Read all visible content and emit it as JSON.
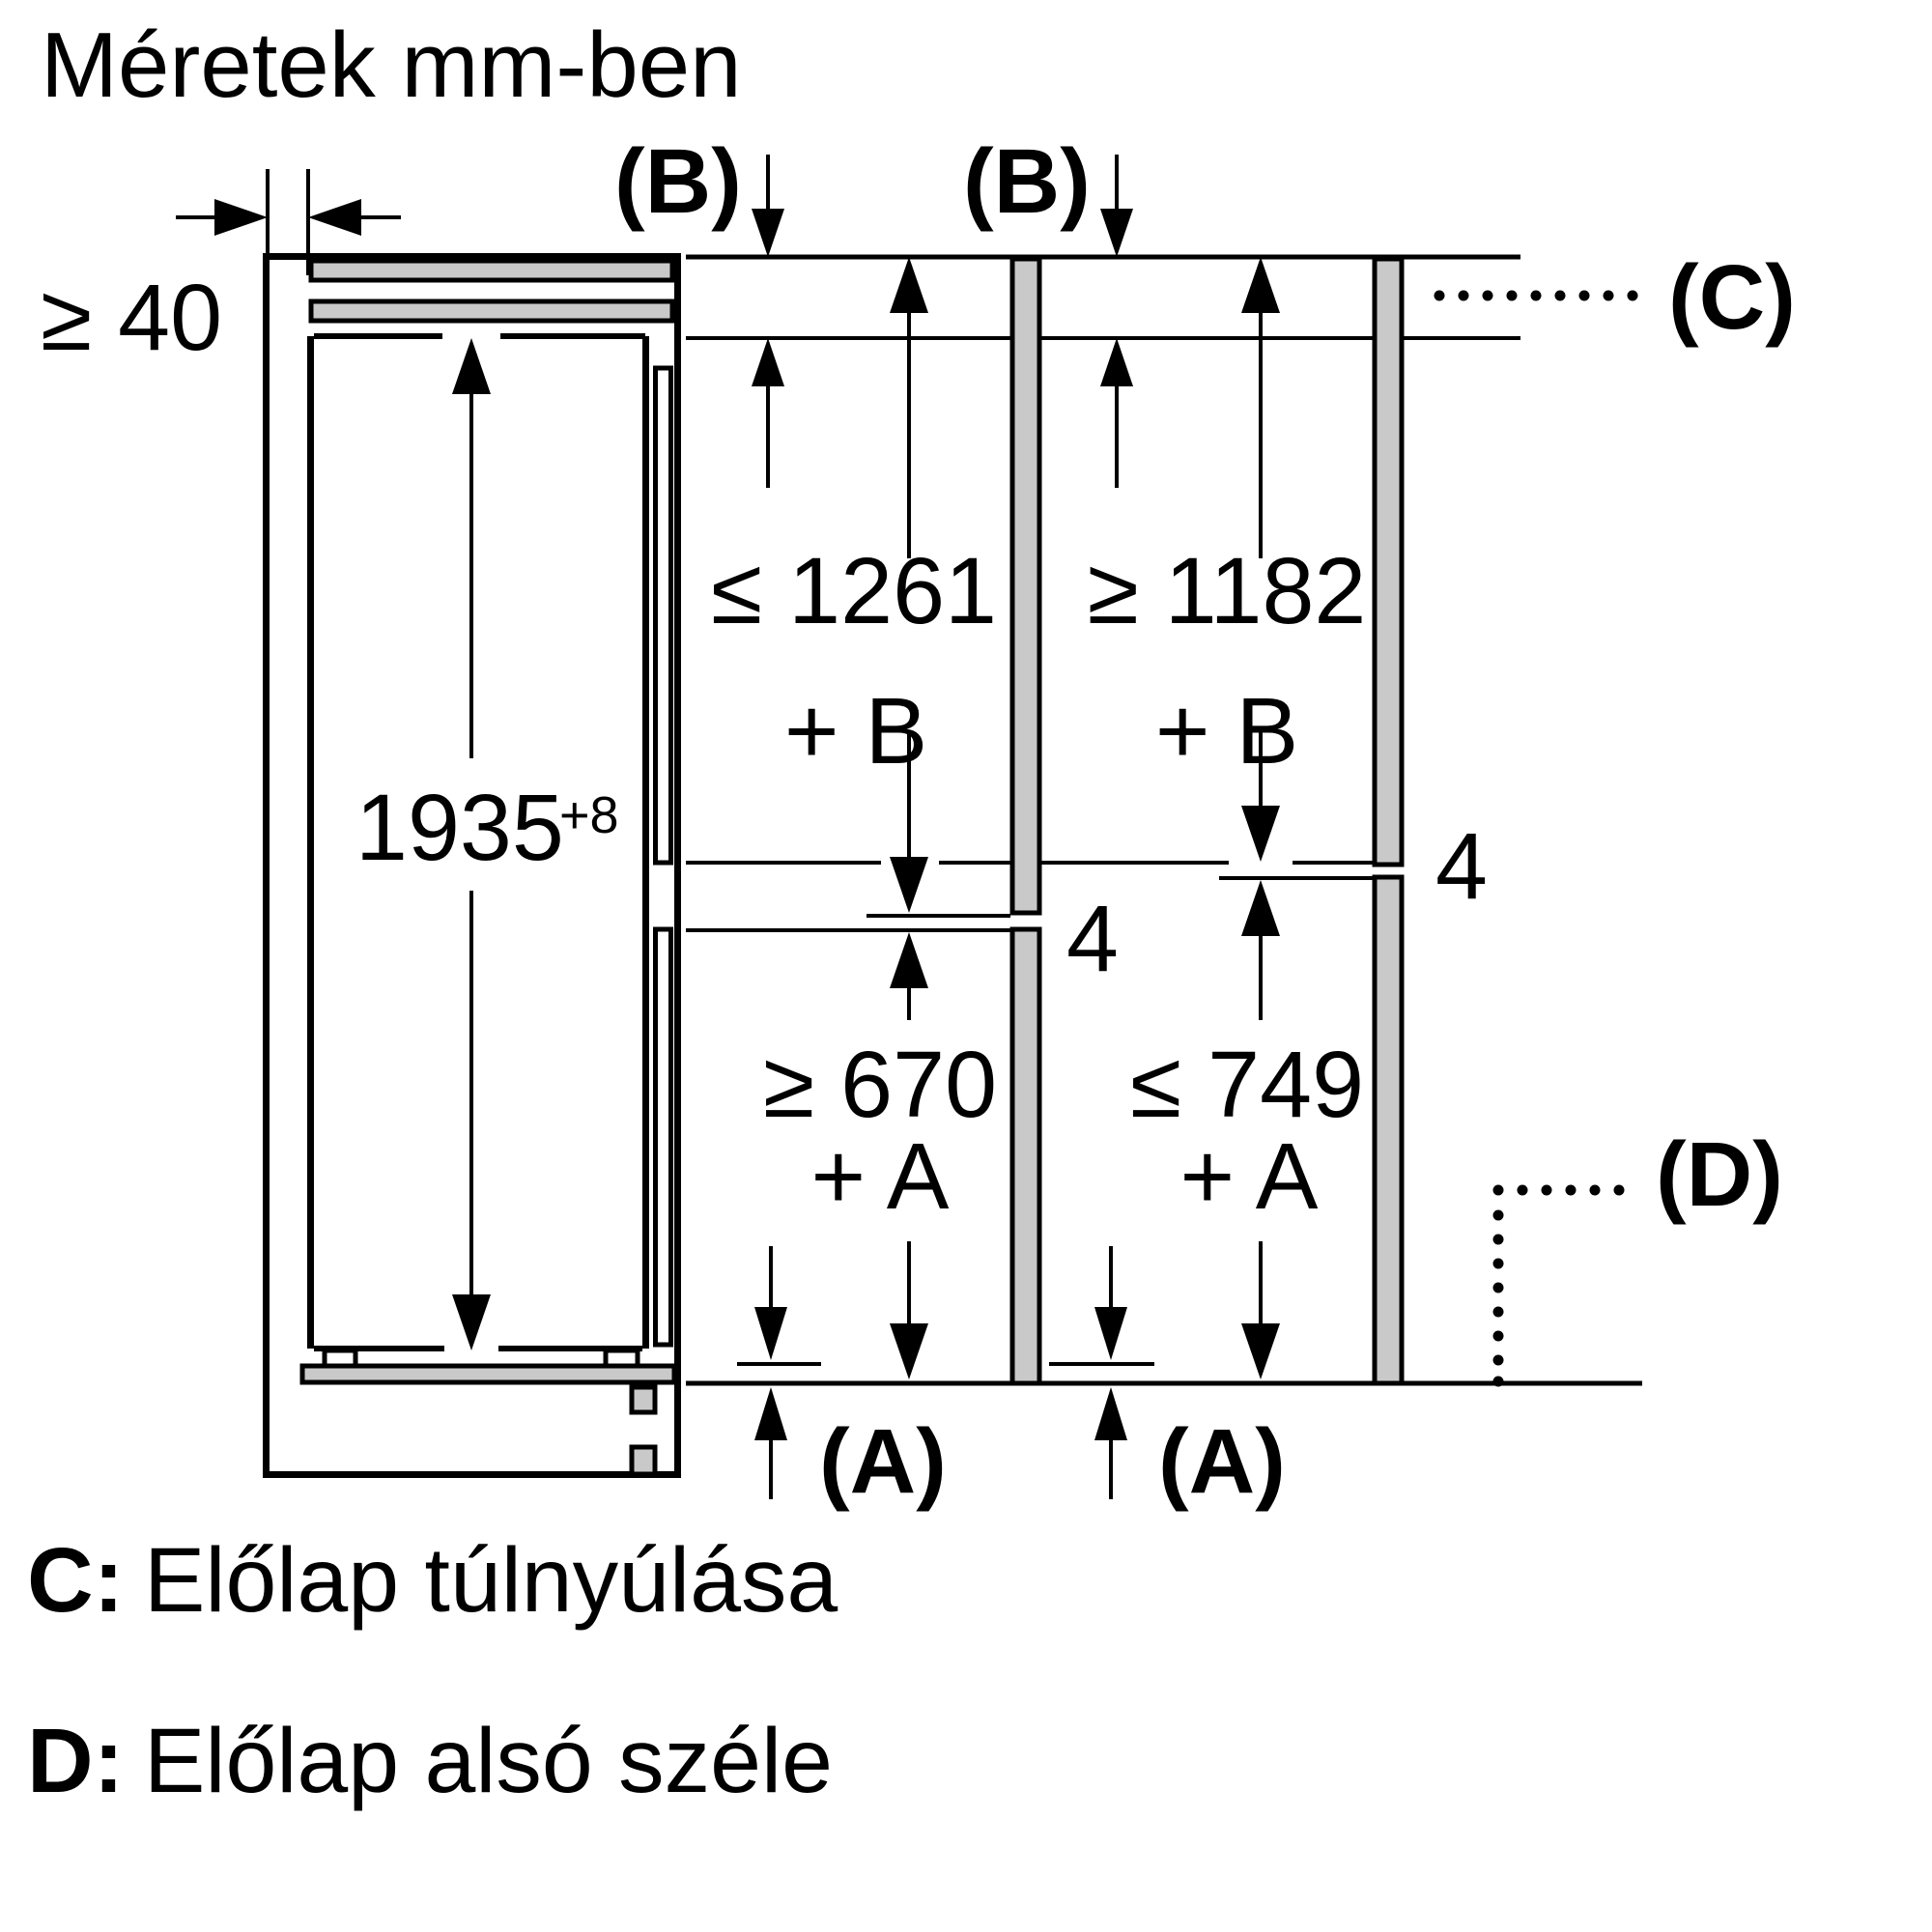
{
  "title": "Méretek mm-ben",
  "labels": {
    "b1": "(B)",
    "b2": "(B)",
    "c": "(C)",
    "d": "(D)",
    "a1": "(A)",
    "a2": "(A)"
  },
  "dims": {
    "clearance": "≥ 40",
    "height": "1935",
    "height_tol": "+8",
    "col1_upper1": "≤ 1261",
    "col1_upper2": "+ B",
    "col2_upper1": "≥ 1182",
    "col2_upper2": "+ B",
    "col1_lower1": "≥ 670",
    "col1_lower2": "+ A",
    "col2_lower1": "≤ 749",
    "col2_lower2": "+ A",
    "gap1": "4",
    "gap2": "4"
  },
  "legend": {
    "c_key": "C:",
    "c_text": "Előlap túlnyúlása",
    "d_key": "D:",
    "d_text": "Előlap alsó széle"
  },
  "colors": {
    "line": "#000000",
    "panel_gray": "#c9c9c9",
    "background": "#ffffff"
  }
}
